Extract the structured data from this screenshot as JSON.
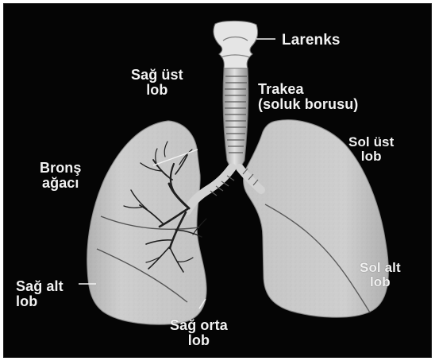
{
  "labels": {
    "larenks": "Larenks",
    "trakea_line1": "Trakea",
    "trakea_line2": "(soluk borusu)",
    "sag_ust_line1": "Sağ üst",
    "sag_ust_line2": "lob",
    "brons_line1": "Bronş",
    "brons_line2": "ağacı",
    "sol_ust_line1": "Sol üst",
    "sol_ust_line2": "lob",
    "sag_alt_line1": "Sağ alt",
    "sag_alt_line2": "lob",
    "sol_alt_line1": "Sol alt",
    "sol_alt_line2": "lob",
    "sag_orta_line1": "Sağ orta",
    "sag_orta_line2": "lob"
  },
  "colors": {
    "background": "#050505",
    "lung_fill": "#cfcfcf",
    "lung_shadow": "#9e9e9e",
    "trachea_fill": "#d9d9d9",
    "bronchial_tree": "#1f1f1f",
    "text": "#f2f2f2"
  }
}
